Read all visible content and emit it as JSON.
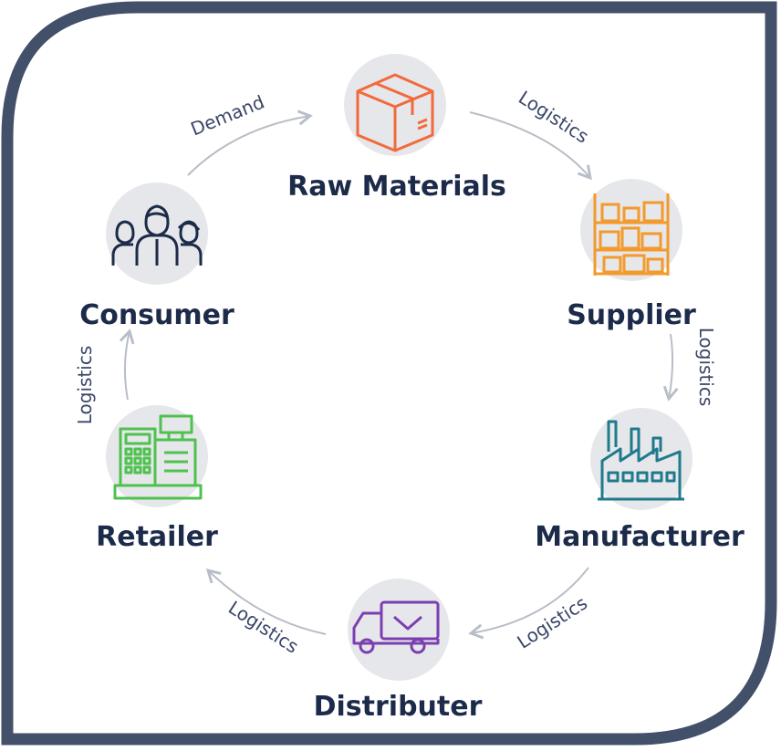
{
  "colors": {
    "frame": "#43506a",
    "arrow": "#b8bec7",
    "icon_bg": "#e6e7ea",
    "label": "#1d2b4a",
    "edge_label": "#3a4668",
    "raw_materials": "#f26a3c",
    "supplier": "#f39a2c",
    "manufacturer": "#1e7a8c",
    "distributer": "#7b3fb1",
    "retailer": "#4fc14f",
    "consumer": "#1d2b4a"
  },
  "nodes": [
    {
      "id": "raw-materials",
      "label": "Raw Materials",
      "icon": "box-icon"
    },
    {
      "id": "supplier",
      "label": "Supplier",
      "icon": "shelves-icon"
    },
    {
      "id": "manufacturer",
      "label": "Manufacturer",
      "icon": "factory-icon"
    },
    {
      "id": "distributer",
      "label": "Distributer",
      "icon": "truck-icon"
    },
    {
      "id": "retailer",
      "label": "Retailer",
      "icon": "cash-register-icon"
    },
    {
      "id": "consumer",
      "label": "Consumer",
      "icon": "people-icon"
    }
  ],
  "edges": [
    {
      "from": "consumer",
      "to": "raw-materials",
      "label": "Demand"
    },
    {
      "from": "raw-materials",
      "to": "supplier",
      "label": "Logistics"
    },
    {
      "from": "supplier",
      "to": "manufacturer",
      "label": "Logistics"
    },
    {
      "from": "manufacturer",
      "to": "distributer",
      "label": "Logistics"
    },
    {
      "from": "distributer",
      "to": "retailer",
      "label": "Logistics"
    },
    {
      "from": "retailer",
      "to": "consumer",
      "label": "Logistics"
    }
  ]
}
